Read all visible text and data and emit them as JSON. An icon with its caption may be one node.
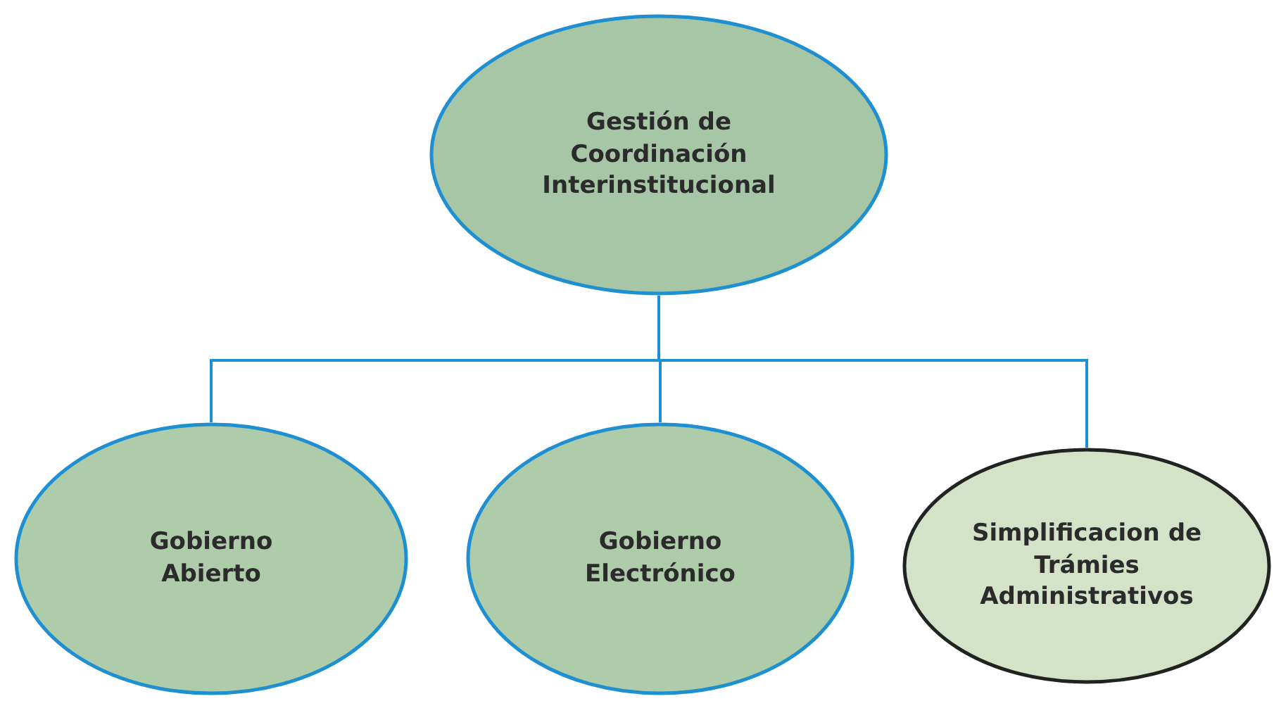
{
  "diagram": {
    "nodes": [
      {
        "text": [
          "Gestión de Coordinación Interinstitucional"
        ]
      },
      {
        "text": [
          "Gobierno Abierto"
        ]
      },
      {
        "text": [
          "Gobierno Electrónico"
        ]
      },
      {
        "text": [
          "Simplificacion de Trámies Administrativos"
        ]
      }
    ],
    "edges": [
      {
        "from": 0,
        "to": 1,
        "arrow": "none"
      },
      {
        "from": 0,
        "to": 2,
        "arrow": "none"
      },
      {
        "from": 0,
        "to": 3,
        "arrow": "none"
      }
    ]
  }
}
